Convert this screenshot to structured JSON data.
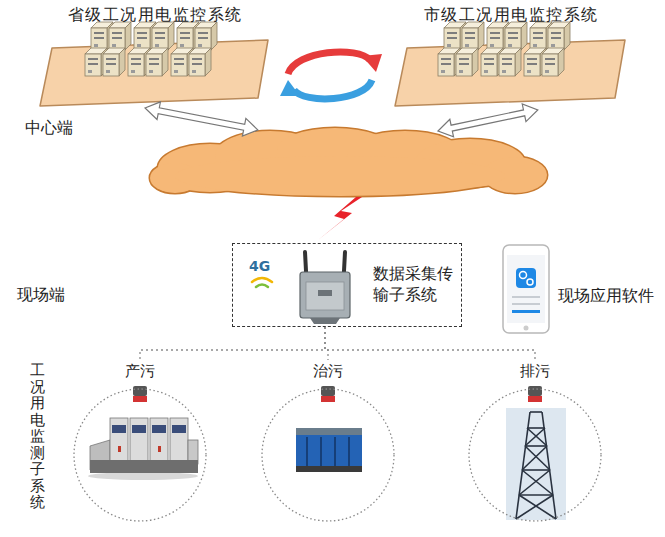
{
  "diagram": {
    "nodes": [
      {
        "text": [
          "省级工况用电监控系统"
        ]
      },
      {
        "text": [
          "市级工况用电监控系统"
        ]
      },
      {
        "text": [
          "4G",
          "数据采集传输子系统"
        ]
      },
      {
        "text": [
          "产污"
        ]
      },
      {
        "text": [
          "治污"
        ]
      },
      {
        "text": [
          "排污"
        ]
      }
    ],
    "edges": [
      {
        "from": 2,
        "to": 3,
        "arrow": "none"
      },
      {
        "from": 2,
        "to": 4,
        "arrow": "none"
      },
      {
        "from": 2,
        "to": 5,
        "arrow": "none"
      }
    ],
    "labels": [
      "中心端",
      "现场端",
      "现场应用软件",
      "工况用电监测子系统"
    ]
  }
}
